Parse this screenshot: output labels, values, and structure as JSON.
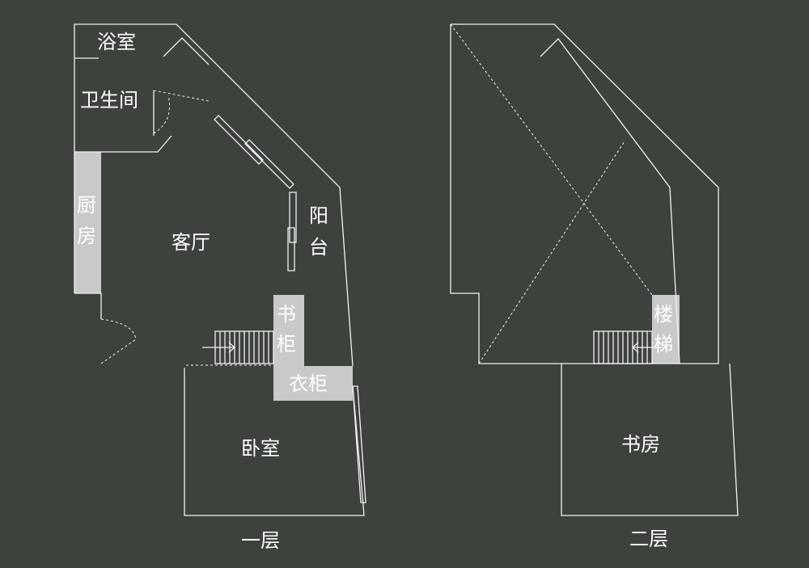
{
  "colors": {
    "background": "#3d423d",
    "line": "#f2f2f2",
    "furniture_block": "#c9c9c9"
  },
  "floor1": {
    "caption": "一层",
    "rooms": {
      "bath": "浴室",
      "toilet": "卫生间",
      "kitchen_top": "厨",
      "kitchen_bottom": "房",
      "living": "客厅",
      "balcony_top": "阳",
      "balcony_bottom": "台",
      "bookcase_top": "书",
      "bookcase_bottom": "柜",
      "wardrobe": "衣柜",
      "bedroom": "卧室"
    }
  },
  "floor2": {
    "caption": "二层",
    "rooms": {
      "stairs_top": "楼",
      "stairs_bottom": "梯",
      "study": "书房"
    }
  }
}
